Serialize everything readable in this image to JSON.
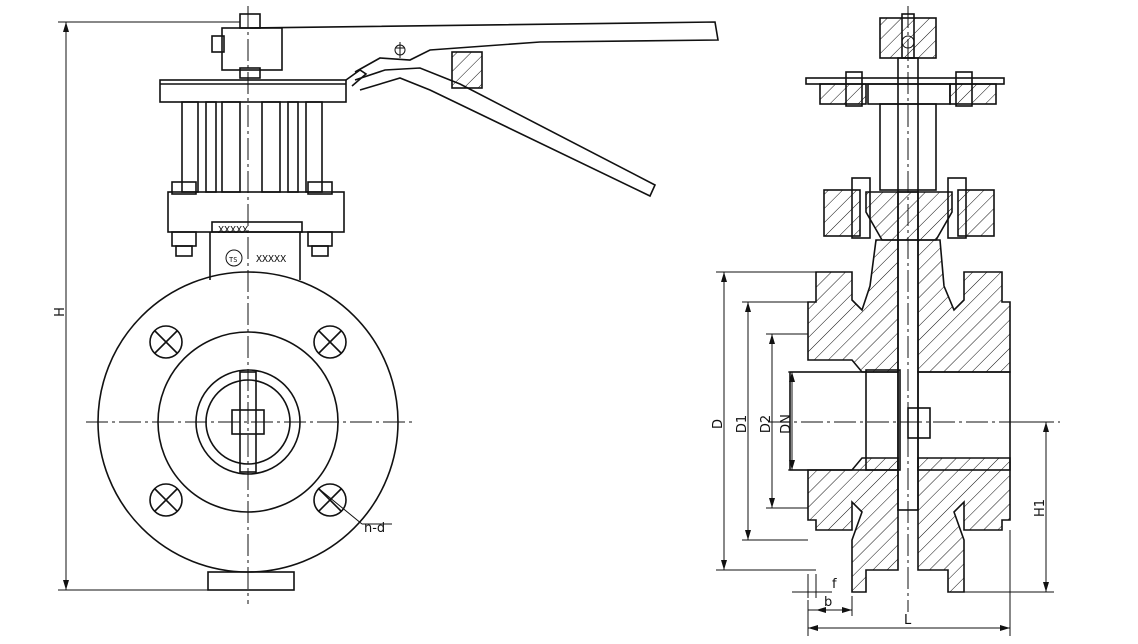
{
  "labels": {
    "H": "H",
    "H1": "H1",
    "D": "D",
    "D1": "D1",
    "D2": "D2",
    "DN": "DN",
    "nd": "n-d",
    "f": "f",
    "b": "b",
    "L": "L",
    "plate_text": "XXXXX",
    "ts_text": "XXXXX",
    "ts_logo": "TS"
  }
}
